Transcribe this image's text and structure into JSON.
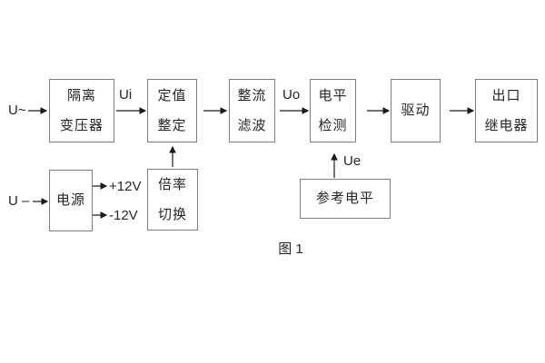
{
  "diagram": {
    "caption": "图 1",
    "colors": {
      "box_border": "#7d7d7d",
      "text": "#262626",
      "arrow": "#1a1a1a",
      "background": "#ffffff"
    },
    "blocks": {
      "isolation_transformer": {
        "line1": "隔离",
        "line2": "变压器"
      },
      "value_setting": {
        "line1": "定值",
        "line2": "整定"
      },
      "rectify_filter": {
        "line1": "整流",
        "line2": "滤波"
      },
      "level_detect": {
        "line1": "电平",
        "line2": "检测"
      },
      "drive": {
        "line1": "驱动"
      },
      "output_relay": {
        "line1": "出口",
        "line2": "继电器"
      },
      "power": {
        "line1": "电源"
      },
      "ratio_switch": {
        "line1": "倍率",
        "line2": "切换"
      },
      "reference_level": {
        "line1": "参考电平"
      }
    },
    "signals": {
      "ac_input": "U~",
      "dc_input": "U –",
      "ui": "Ui",
      "uo": "Uo",
      "ue": "Ue",
      "plus_12v": "+12V",
      "minus_12v": "-12V"
    }
  }
}
